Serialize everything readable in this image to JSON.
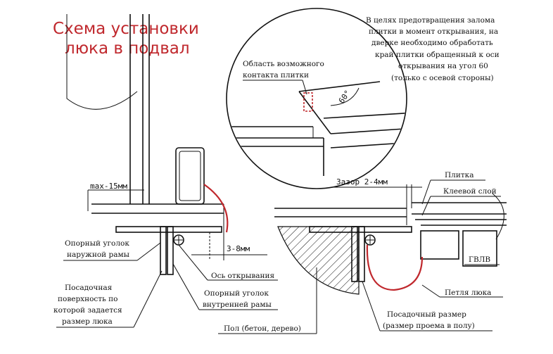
{
  "title": {
    "line1": "Схема установки",
    "line2": "люка в подвал"
  },
  "note": {
    "lines": [
      "В целях предотвращения залома",
      "плитки в момент открывания, на",
      "дверке необходимо обработать",
      "край плитки обращенный к оси",
      "открывания на угол 60",
      "(только с осевой стороны)"
    ]
  },
  "callout": {
    "line1": "Область возможного",
    "line2": "контакта плитки",
    "angle": "60°"
  },
  "dims": {
    "max": "max-15мм",
    "gap": "3-8мм",
    "clearance": "Зазор 2-4мм"
  },
  "labels": {
    "outer_angle_1": "Опорный уголок",
    "outer_angle_2": "наружной рамы",
    "axis": "Ось открывания",
    "inner_angle_1": "Опорный уголок",
    "inner_angle_2": "внутренней рамы",
    "seat_1": "Посадочная",
    "seat_2": "поверхность по",
    "seat_3": "которой задается",
    "seat_4": "размер люка",
    "floor": "Пол (бетон, дерево)",
    "size_1": "Посадочный размер",
    "size_2": "(размер проема в полу)",
    "tile": "Плитка",
    "glue": "Клеевой слой",
    "gvlv": "ГВЛВ",
    "hinge": "Петля люка"
  },
  "colors": {
    "accent": "#c0282d",
    "ink": "#111111"
  }
}
